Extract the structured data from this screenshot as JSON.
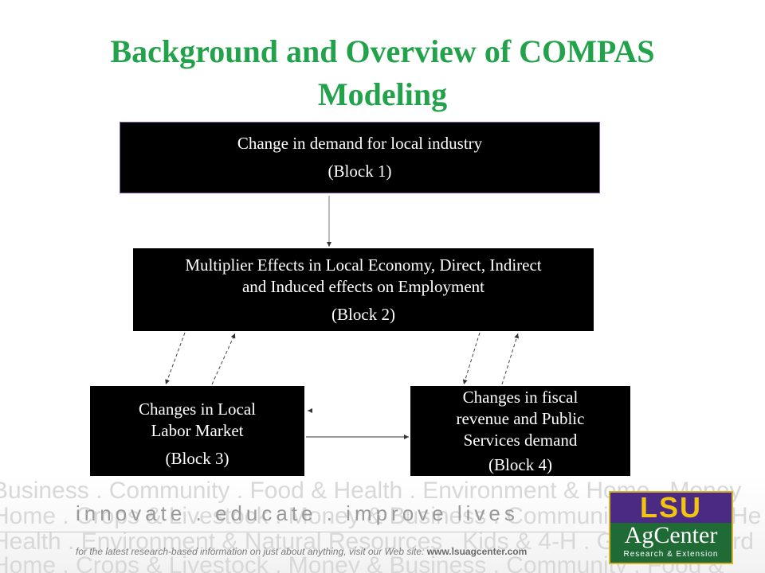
{
  "title_line1": "Background and Overview of COMPAS",
  "title_line2": "Modeling",
  "blocks": {
    "b1": {
      "line1": "Change in demand for local industry",
      "tag": "(Block 1)"
    },
    "b2": {
      "line1": "Multiplier Effects in Local Economy, Direct, Indirect",
      "line2": "and Induced effects on Employment",
      "tag": "(Block 2)"
    },
    "b3": {
      "line1": "Changes in Local",
      "line2": "Labor Market",
      "tag": "(Block 3)"
    },
    "b4": {
      "line1": "Changes in fiscal",
      "line2": "revenue and Public",
      "line3": "Services demand",
      "tag": "(Block 4)"
    }
  },
  "footer": {
    "watermark1": "Business . Community . Food & Health . Environment & Home . Money",
    "watermark2": "Home . Crops & Livestock . Money & Business . Community . Food & He",
    "watermark3": "Health . Environment & Natural Resources . Kids & 4-H . Garden & Yard",
    "watermark4": "Home . Crops & Livestock . Money & Business . Community . Food &",
    "slogan": "innovate . educate . improve lives",
    "tagline": "for the latest research-based information on just about anything, visit our Web site:",
    "url": "www.lsuagcenter.com",
    "logo_lsu": "LSU",
    "logo_ag": "AgCenter",
    "logo_sub": "Research & Extension"
  },
  "colors": {
    "title": "#22a24a",
    "block_bg": "#000000",
    "logo_purple": "#4b2a83",
    "logo_gold": "#f1c40f",
    "logo_green": "#1f6a35"
  }
}
